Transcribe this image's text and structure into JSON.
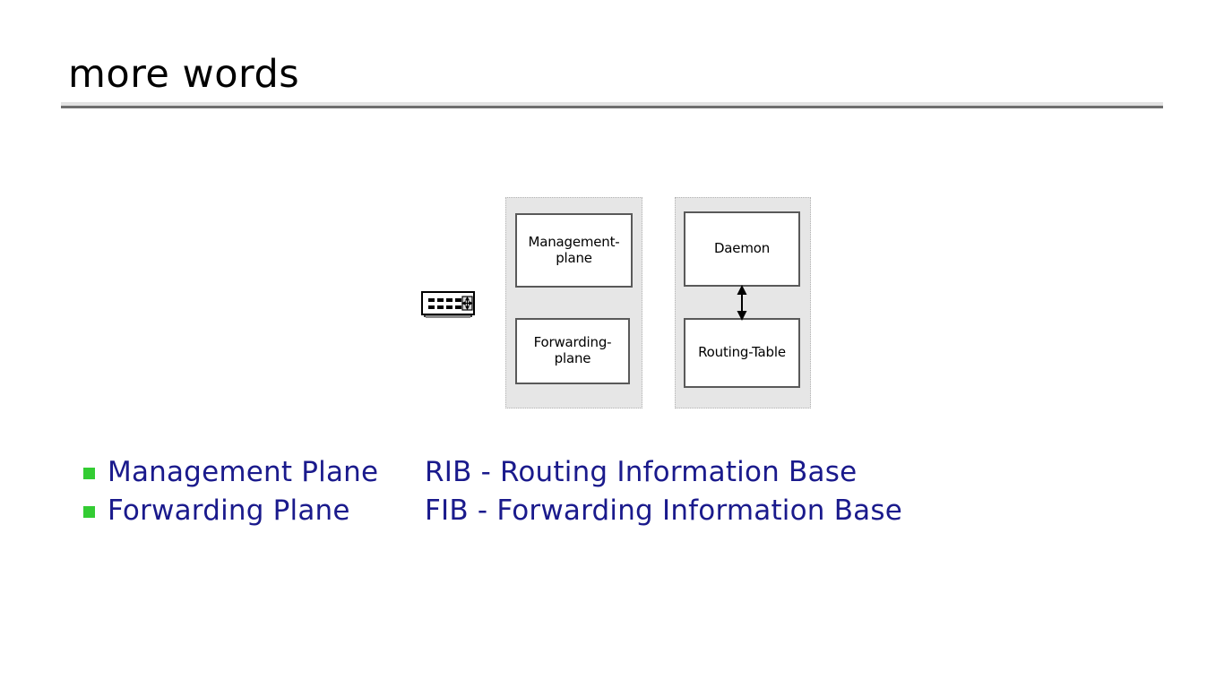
{
  "slide": {
    "title": "more words",
    "title_color": "#000000",
    "rule_color_light": "#e2e2e2",
    "rule_color_dark": "#6e6e6e",
    "background": "#ffffff"
  },
  "diagram": {
    "device_icon": {
      "name": "router-switch-icon",
      "port_rows": 2,
      "ports_per_row": 4
    },
    "panels": [
      {
        "id": "planes",
        "background": "#e6e6e6",
        "border_color": "#b4b4b4",
        "boxes": [
          {
            "id": "management-plane",
            "label": "Management-\nplane",
            "line1": "Management-",
            "line2": "plane"
          },
          {
            "id": "forwarding-plane",
            "label": "Forwarding-\nplane",
            "line1": "Forwarding-",
            "line2": "plane"
          }
        ]
      },
      {
        "id": "control",
        "background": "#e6e6e6",
        "border_color": "#b4b4b4",
        "boxes": [
          {
            "id": "daemon",
            "label": "Daemon",
            "line1": "Daemon",
            "line2": ""
          },
          {
            "id": "routing-table",
            "label": "Routing-Table",
            "line1": "Routing-Table",
            "line2": ""
          }
        ],
        "connector": {
          "id": "daemon-to-routing-table",
          "type": "double-headed-vertical-arrow",
          "color": "#000000"
        }
      }
    ]
  },
  "terms": {
    "bullet_color": "#33cc33",
    "text_color": "#1a1a8c",
    "left_column": [
      {
        "bullet": "square",
        "label": "Management Plane"
      },
      {
        "bullet": "square",
        "label": "Forwarding Plane"
      }
    ],
    "right_column": [
      {
        "label": "RIB - Routing Information Base"
      },
      {
        "label": "FIB - Forwarding Information Base"
      }
    ]
  }
}
